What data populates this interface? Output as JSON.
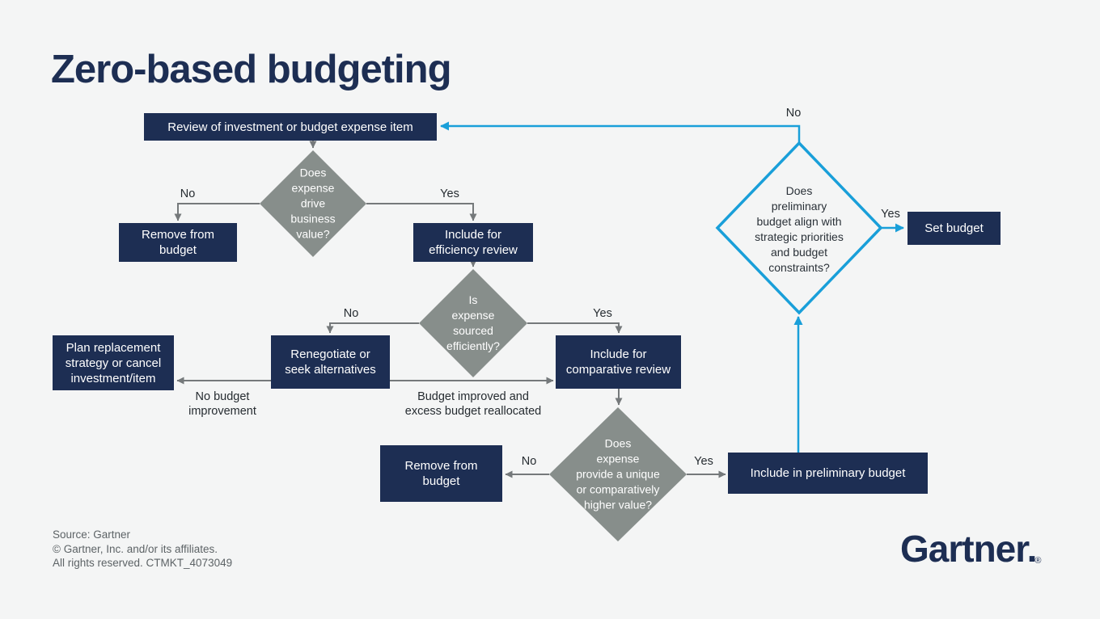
{
  "title": "Zero-based budgeting",
  "colors": {
    "background": "#f4f5f5",
    "box_navy": "#1d2e53",
    "diamond_gray": "#878e8b",
    "connector_gray": "#75797b",
    "accent_blue": "#199fd9",
    "label_text": "#262c31",
    "source_text": "#5d6366"
  },
  "flowchart": {
    "boxes": {
      "review": "Review of investment or budget expense item",
      "remove_from_budget_1": [
        "Remove from",
        "budget"
      ],
      "include_efficiency": [
        "Include for",
        "efficiency review"
      ],
      "renegotiate": [
        "Renegotiate or",
        "seek alternatives"
      ],
      "include_comparative": [
        "Include for",
        "comparative review"
      ],
      "plan_replacement": [
        "Plan replacement",
        "strategy or cancel",
        "investment/item"
      ],
      "remove_from_budget_2": [
        "Remove from",
        "budget"
      ],
      "include_preliminary": "Include in preliminary budget",
      "set_budget": "Set budget"
    },
    "decisions": {
      "drives_value": [
        "Does",
        "expense",
        "drive",
        "business",
        "value?"
      ],
      "sourced_efficiently": [
        "Is",
        "expense",
        "sourced",
        "efficiently?"
      ],
      "unique_value": [
        "Does",
        "expense",
        "provide a unique",
        "or comparatively",
        "higher value?"
      ],
      "preliminary_align": [
        "Does",
        "preliminary",
        "budget align with",
        "strategic priorities",
        "and budget",
        "constraints?"
      ]
    },
    "edge_labels": {
      "no_drives": "No",
      "yes_drives": "Yes",
      "no_sourced": "No",
      "yes_sourced": "Yes",
      "no_unique": "No",
      "yes_unique": "Yes",
      "no_align": "No",
      "yes_align": "Yes",
      "no_budget_improvement": [
        "No budget",
        "improvement"
      ],
      "budget_improved": [
        "Budget improved and",
        "excess budget reallocated"
      ]
    }
  },
  "footer": {
    "source_lines": [
      "Source: Gartner",
      "© Gartner, Inc. and/or its affiliates.",
      "All rights reserved. CTMKT_4073049"
    ],
    "logo_text": "Gartner.",
    "logo_registered": "®"
  }
}
